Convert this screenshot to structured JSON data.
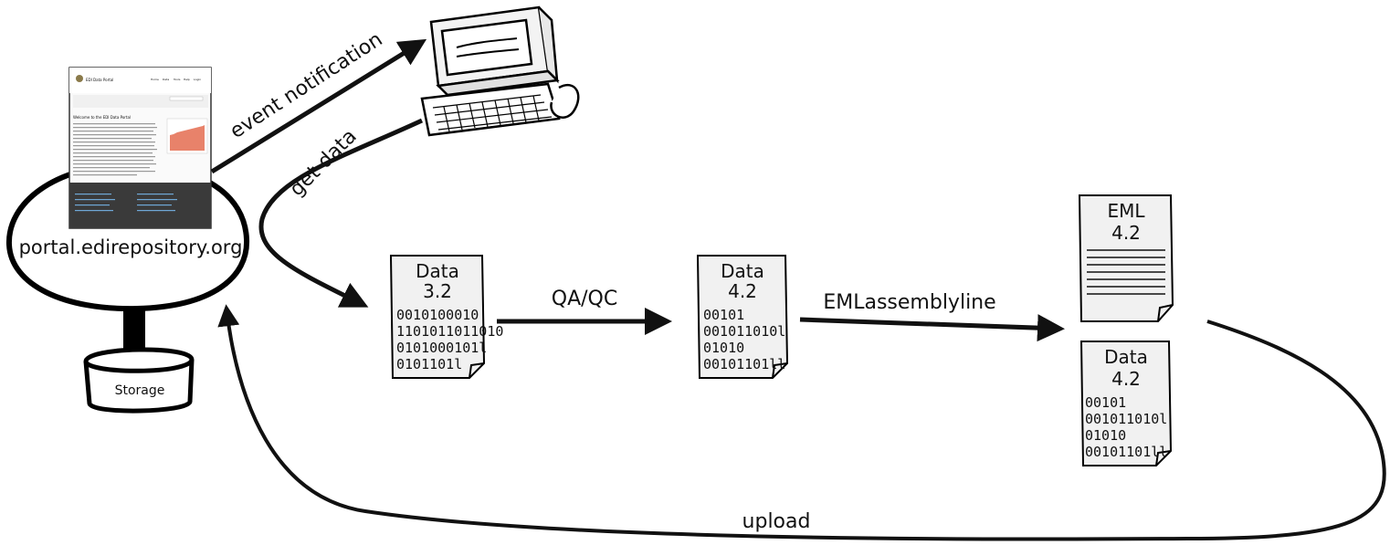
{
  "portal": {
    "label": "portal.edirepository.org",
    "thumbnail": {
      "site_name": "EDI Data Portal",
      "heading": "Welcome to the EDI Data Portal",
      "nav": [
        "Home",
        "Data",
        "Tools",
        "Help",
        "Login"
      ]
    }
  },
  "storage": {
    "label": "Storage"
  },
  "arrows": {
    "event_notification": "event notification",
    "get_data": "get data",
    "qaqc": "QA/QC",
    "emlassemblyline": "EMLassemblyline",
    "upload": "upload"
  },
  "documents": {
    "data_32": {
      "title": "Data",
      "version": "3.2",
      "lines": [
        "0010100010",
        "1101011011010",
        "0101000101l",
        "0101101l"
      ]
    },
    "data_42_mid": {
      "title": "Data",
      "version": "4.2",
      "lines": [
        "00101",
        "001011010l",
        "01010",
        "00101101ll"
      ]
    },
    "eml_42": {
      "title": "EML",
      "version": "4.2"
    },
    "data_42_right": {
      "title": "Data",
      "version": "4.2",
      "lines": [
        "00101",
        "001011010l",
        "01010",
        "00101101ll"
      ]
    }
  }
}
